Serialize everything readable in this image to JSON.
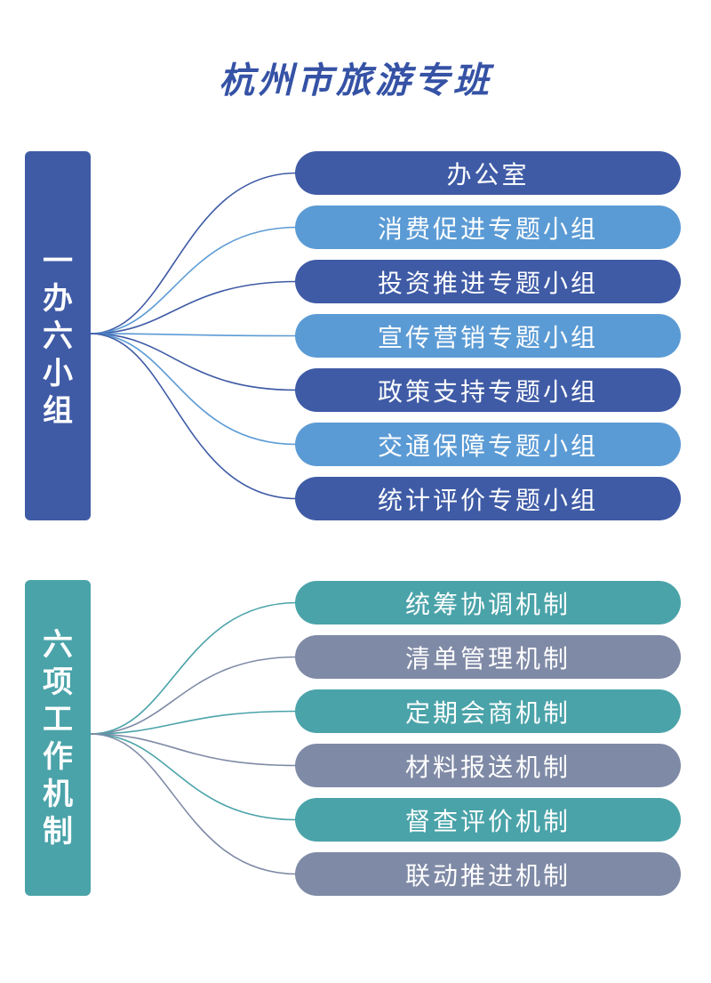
{
  "title": "杭州市旅游专班",
  "colors": {
    "title": "#3552a5",
    "dark_blue": "#3f5ba6",
    "light_blue": "#5b9bd5",
    "teal": "#4aa3a9",
    "slate": "#7f8aa6"
  },
  "groups": [
    {
      "label": "一办六小组",
      "color": "#3f5ba6",
      "items": [
        {
          "label": "办公室",
          "color": "#3f5ba6"
        },
        {
          "label": "消费促进专题小组",
          "color": "#5b9bd5"
        },
        {
          "label": "投资推进专题小组",
          "color": "#3f5ba6"
        },
        {
          "label": "宣传营销专题小组",
          "color": "#5b9bd5"
        },
        {
          "label": "政策支持专题小组",
          "color": "#3f5ba6"
        },
        {
          "label": "交通保障专题小组",
          "color": "#5b9bd5"
        },
        {
          "label": "统计评价专题小组",
          "color": "#3f5ba6"
        }
      ]
    },
    {
      "label": "六项工作机制",
      "color": "#4aa3a9",
      "items": [
        {
          "label": "统筹协调机制",
          "color": "#4aa3a9"
        },
        {
          "label": "清单管理机制",
          "color": "#7f8aa6"
        },
        {
          "label": "定期会商机制",
          "color": "#4aa3a9"
        },
        {
          "label": "材料报送机制",
          "color": "#7f8aa6"
        },
        {
          "label": "督查评价机制",
          "color": "#4aa3a9"
        },
        {
          "label": "联动推进机制",
          "color": "#7f8aa6"
        }
      ]
    }
  ]
}
